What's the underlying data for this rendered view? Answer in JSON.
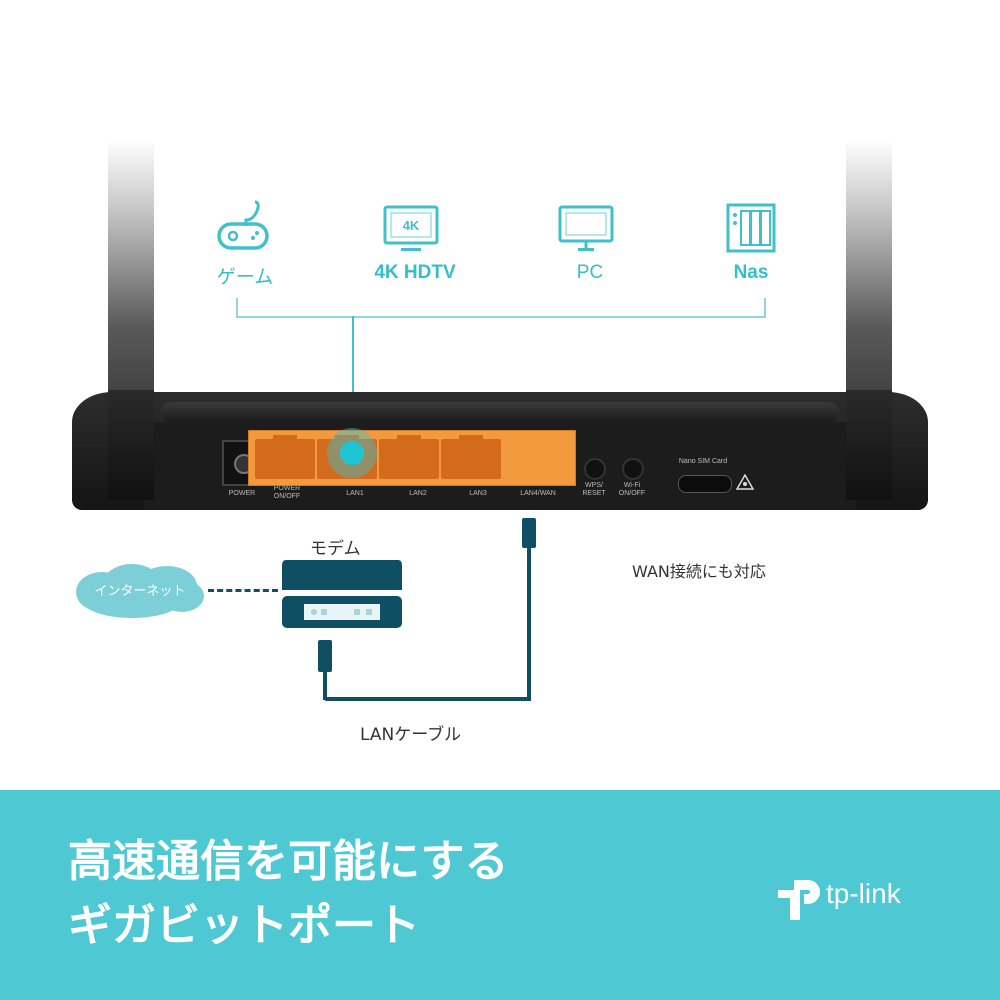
{
  "devices": [
    {
      "label": "ゲーム",
      "icon": "gamepad-icon"
    },
    {
      "label": "4K HDTV",
      "icon": "tv-4k-icon",
      "badge": "4K"
    },
    {
      "label": "PC",
      "icon": "monitor-icon"
    },
    {
      "label": "Nas",
      "icon": "nas-icon"
    }
  ],
  "router": {
    "ports": [
      "LAN1",
      "LAN2",
      "LAN3",
      "LAN4/WAN"
    ],
    "power_label": "POWER",
    "power_switch_label": "POWER ON/OFF",
    "wps_label": "WPS/ RESET",
    "wifi_label": "Wi-Fi ON/OFF",
    "sim_label": "Nano SIM Card"
  },
  "diagram": {
    "modem_label": "モデム",
    "internet_label": "インターネット",
    "cable_label": "LANケーブル",
    "wan_note": "WAN接続にも対応"
  },
  "banner": {
    "line1": "高速通信を可能にする",
    "line2": "ギガビットポート",
    "brand": "tp-link",
    "bg_color": "#4ec9d3"
  },
  "colors": {
    "accent": "#3fc0cb",
    "port_orange": "#f39a3e",
    "cable": "#0e4f63"
  }
}
